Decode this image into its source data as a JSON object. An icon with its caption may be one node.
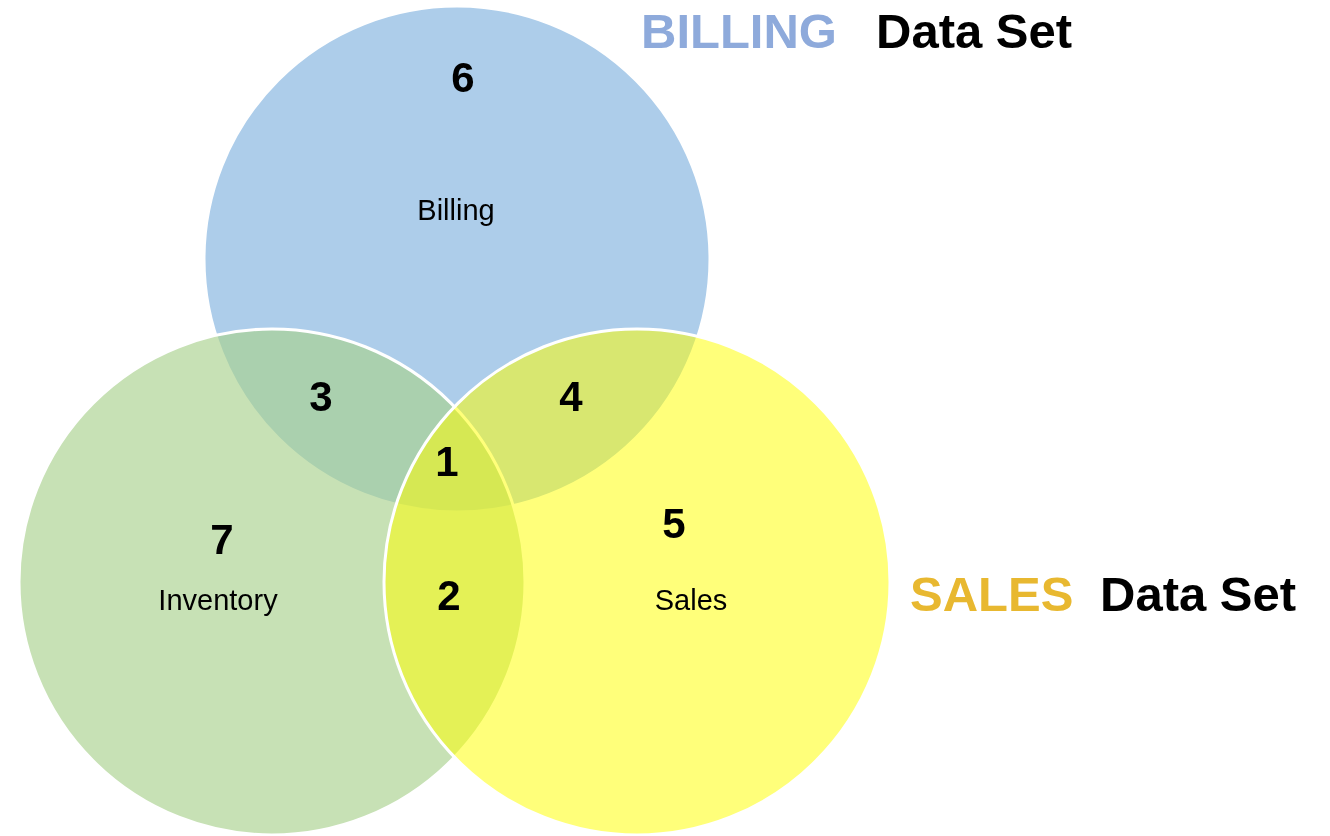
{
  "diagram": {
    "nodes": [
      {
        "text": [
          "Billing"
        ]
      },
      {
        "text": [
          "Inventory"
        ]
      },
      {
        "text": [
          "Sales"
        ]
      }
    ],
    "labels": [
      "BILLING",
      "Data Set",
      "6",
      "3",
      "4",
      "1",
      "5",
      "7",
      "2",
      "SALES",
      "Data Set"
    ]
  }
}
